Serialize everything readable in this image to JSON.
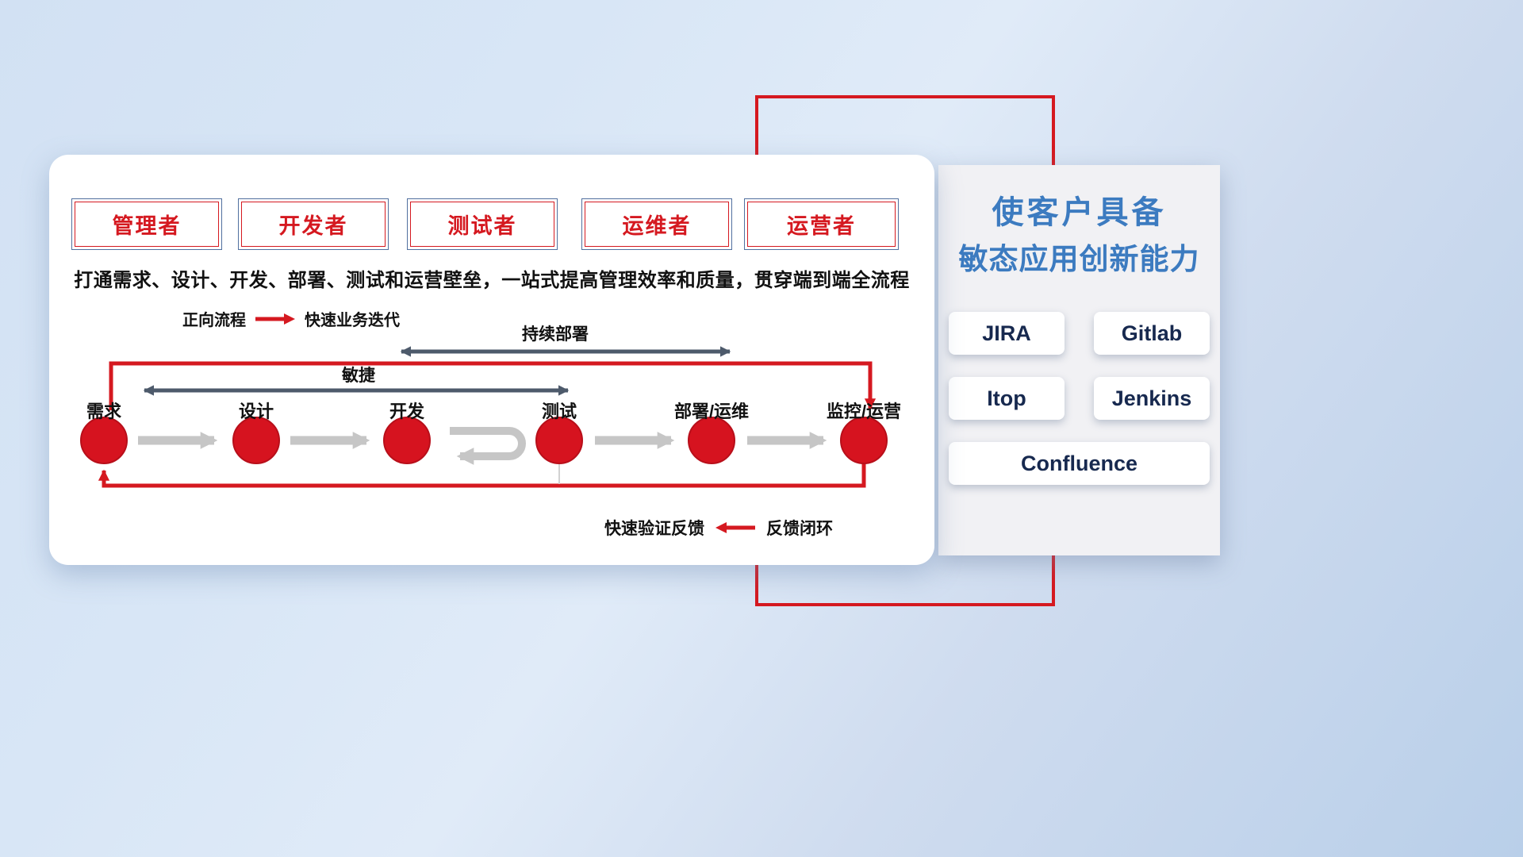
{
  "roles": [
    "管理者",
    "开发者",
    "测试者",
    "运维者",
    "运营者"
  ],
  "subtitle": "打通需求、设计、开发、部署、测试和运营壁垒，一站式提高管理效率和质量，贯穿端到端全流程",
  "legend_forward": {
    "label": "正向流程",
    "desc": "快速业务迭代"
  },
  "span_arrows": {
    "continuous_deployment": "持续部署",
    "agile": "敏捷"
  },
  "flow": {
    "nodes": [
      "需求",
      "设计",
      "开发",
      "测试",
      "部署/运维",
      "监控/运营"
    ]
  },
  "legend_feedback": {
    "label": "快速验证反馈",
    "desc": "反馈闭环"
  },
  "tools_panel": {
    "title_line1": "使客户具备",
    "title_line2": "敏态应用创新能力",
    "tools": [
      "JIRA",
      "Gitlab",
      "Itop",
      "Jenkins",
      "Confluence"
    ]
  },
  "colors": {
    "accent_red": "#d51920",
    "dark_arrow": "#4d5a6b",
    "gray_arrow": "#c6c6c6",
    "title_blue": "#3c7bc0",
    "role_border_blue": "#51709f",
    "tool_text_navy": "#17294f"
  }
}
